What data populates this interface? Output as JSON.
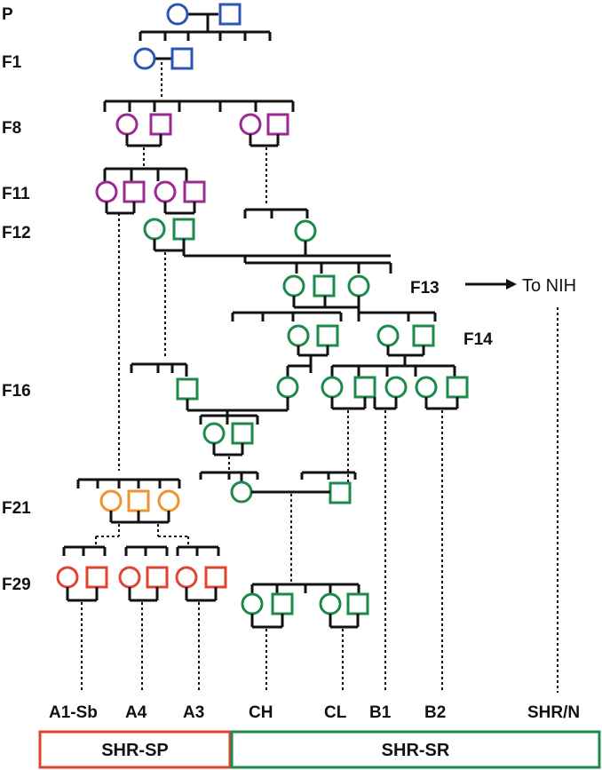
{
  "generations": [
    "P",
    "F1",
    "F8",
    "F11",
    "F12",
    "F13",
    "F14",
    "F16",
    "F21",
    "F29"
  ],
  "annotation": {
    "to_nih": "To NIH"
  },
  "strains": [
    "A1-Sb",
    "A4",
    "A3",
    "CH",
    "CL",
    "B1",
    "B2",
    "SHR/N"
  ],
  "groups": [
    {
      "label": "SHR-SP",
      "color": "#e0432f"
    },
    {
      "label": "SHR-SR",
      "color": "#1b8a4a"
    }
  ],
  "colors": {
    "P_F1": "#2d55b5",
    "F8_F11": "#9b2a93",
    "SR_lines": "#1b8a4a",
    "F21": "#f0922f",
    "F29": "#e0432f"
  }
}
